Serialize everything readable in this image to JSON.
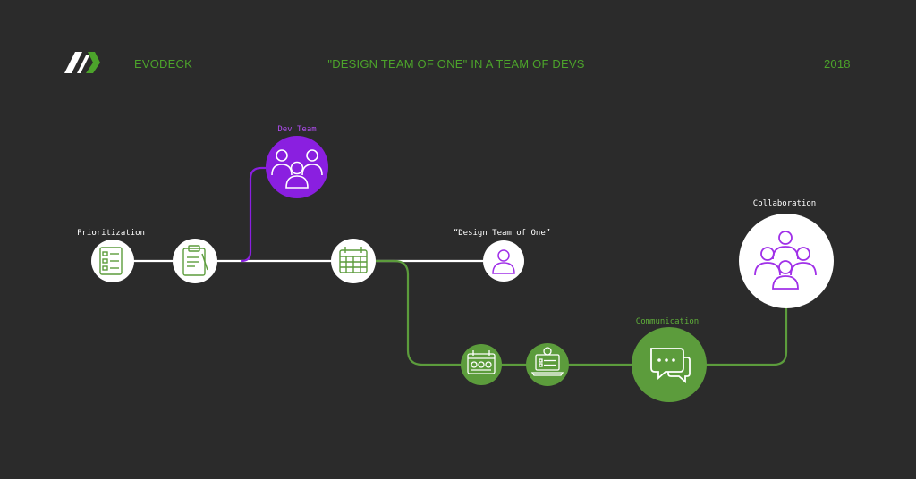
{
  "colors": {
    "background": "#2b2b2b",
    "green": "#4ca32b",
    "node_green": "#5c9c3c",
    "purple": "#8a1fe0",
    "icon_purple": "#a030e8",
    "line_white": "#ffffff",
    "label_white": "#ffffff",
    "label_green": "#5fae3a",
    "label_purple": "#b04cf0"
  },
  "header": {
    "brand": "EVODECK",
    "title": "\"DESIGN TEAM OF ONE\" IN A TEAM OF DEVS",
    "year": "2018",
    "logo_icon": "evodeck-logo-icon"
  },
  "nodes": {
    "prioritization": {
      "label": "Prioritization",
      "icon": "checklist-icon"
    },
    "clipboard": {
      "icon": "clipboard-icon"
    },
    "dev_team": {
      "label": "Dev Team",
      "icon": "team-icon"
    },
    "calendar": {
      "icon": "calendar-icon"
    },
    "design_team_of_one": {
      "label": "“Design Team of One”",
      "icon": "person-icon"
    },
    "schedule": {
      "icon": "schedule-check-icon"
    },
    "laptop": {
      "icon": "laptop-report-icon"
    },
    "communication": {
      "label": "Communication",
      "icon": "chat-bubbles-icon"
    },
    "collaboration": {
      "label": "Collaboration",
      "icon": "group-icon"
    }
  }
}
